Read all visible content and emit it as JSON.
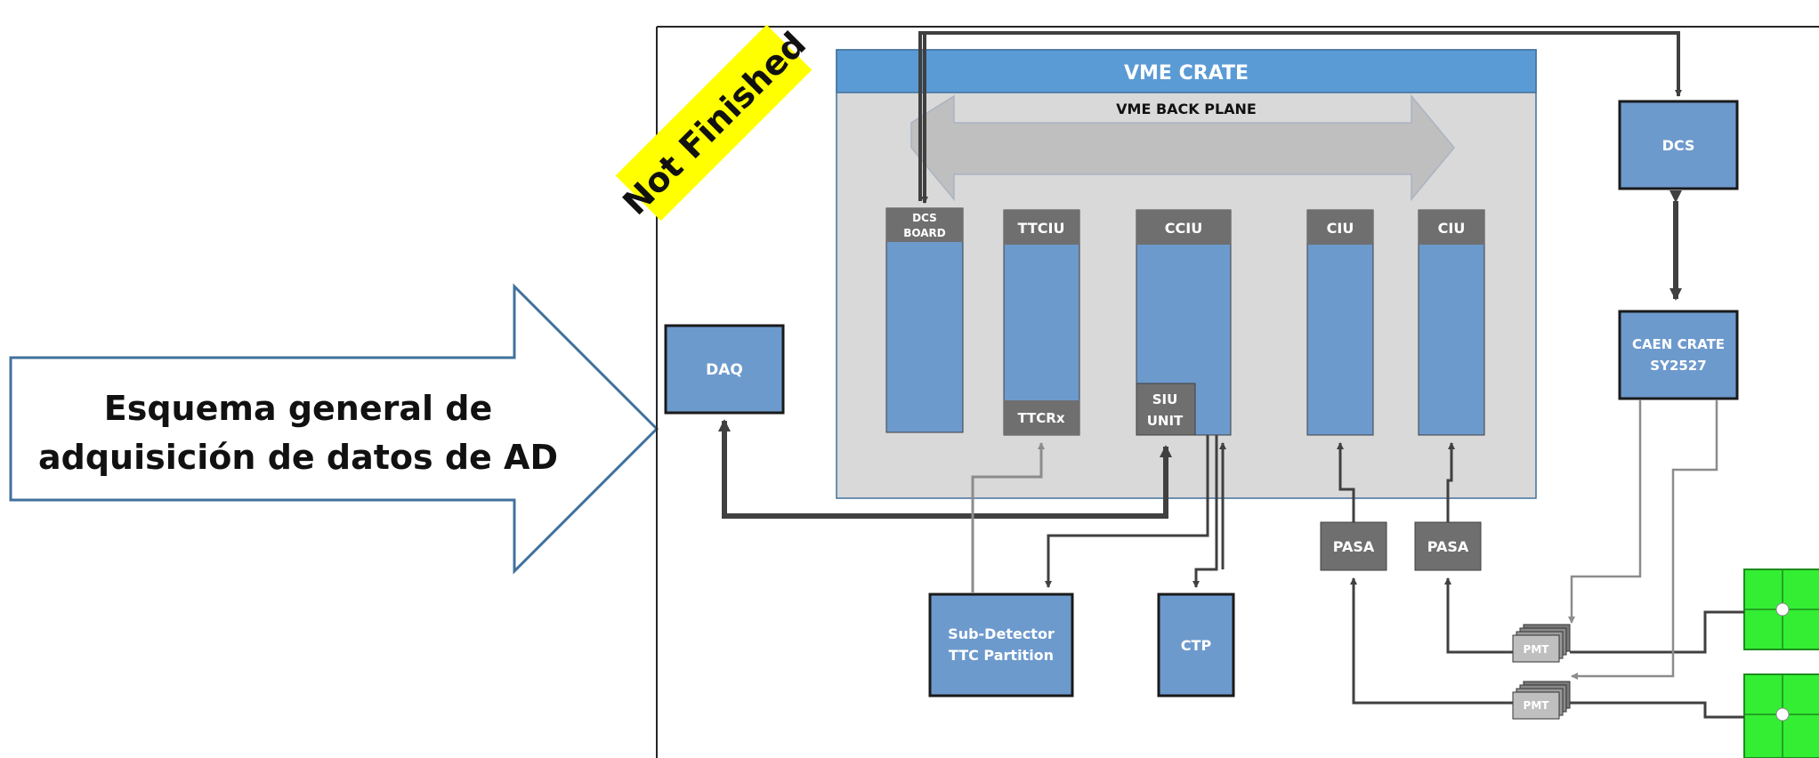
{
  "callout": {
    "line1": "Esquema general de",
    "line2": "adquisición de datos de AD"
  },
  "badge": {
    "text": "Not Finished"
  },
  "vme": {
    "crate_title": "VME CRATE",
    "backplane_label": "VME BACK PLANE"
  },
  "boards": {
    "dcs_board_line1": "DCS",
    "dcs_board_line2": "BOARD",
    "ttciu": "TTCIU",
    "ttcrx": "TTCRx",
    "cciu": "CCIU",
    "siu_line1": "SIU",
    "siu_line2": "UNIT",
    "ciu1": "CIU",
    "ciu2": "CIU"
  },
  "boxes": {
    "daq": "DAQ",
    "dcs": "DCS",
    "caen_line1": "CAEN CRATE",
    "caen_line2": "SY2527",
    "subdet_line1": "Sub-Detector",
    "subdet_line2": "TTC Partition",
    "ctp": "CTP",
    "pasa1": "PASA",
    "pasa2": "PASA",
    "pmt1": "PMT",
    "pmt2": "PMT"
  },
  "colors": {
    "box_blue": "#6d9acd",
    "header_blue": "#5b9bd5",
    "board_head": "#6f6f6f",
    "crate_bg": "#d9d9d9",
    "badge_yellow": "#ffff00",
    "scint_green": "#33ee33",
    "callout_border": "#41719c"
  }
}
